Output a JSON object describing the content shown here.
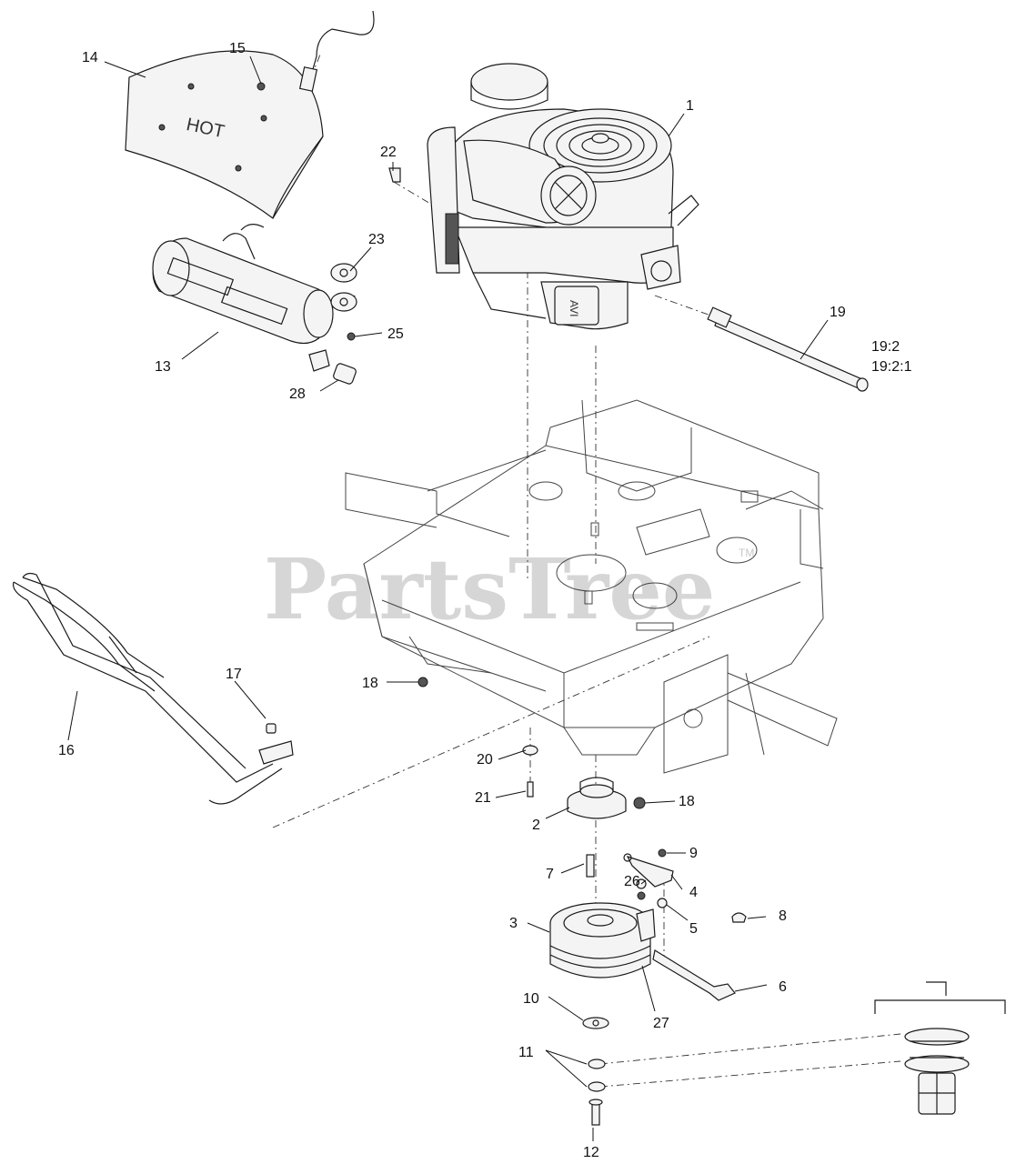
{
  "watermark": "PartsTree",
  "watermark_tm": "TM",
  "hot_label": "HOT",
  "engine_decal": "AVI",
  "callouts": {
    "c1": "1",
    "c2": "2",
    "c3": "3",
    "c4": "4",
    "c5": "5",
    "c6": "6",
    "c7": "7",
    "c8": "8",
    "c9": "9",
    "c10": "10",
    "c11": "11",
    "c12": "12",
    "c13": "13",
    "c14": "14",
    "c15": "15",
    "c16": "16",
    "c17": "17",
    "c18a": "18",
    "c18b": "18",
    "c19": "19",
    "c19_2": "19:2",
    "c19_2_1": "19:2:1",
    "c20": "20",
    "c21": "21",
    "c22": "22",
    "c23": "23",
    "c25": "25",
    "c26": "26",
    "c27": "27",
    "c28": "28"
  }
}
